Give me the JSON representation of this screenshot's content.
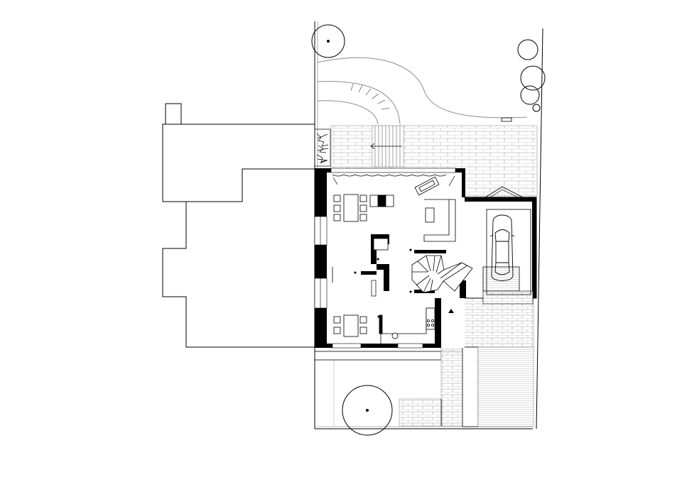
{
  "drawing": {
    "type": "architectural-site-plan",
    "view": "ground-floor",
    "background_color": "#ffffff",
    "line_color": "#000000",
    "light_line_color": "#8c8c8c",
    "paving_line_color": "#9a9a9a"
  },
  "symbols": {
    "entrance_arrow": "triangle-up-marker",
    "stair_arrow": "arrow-left-icon",
    "car": "car-icon",
    "tree": "tree-circle-icon"
  }
}
